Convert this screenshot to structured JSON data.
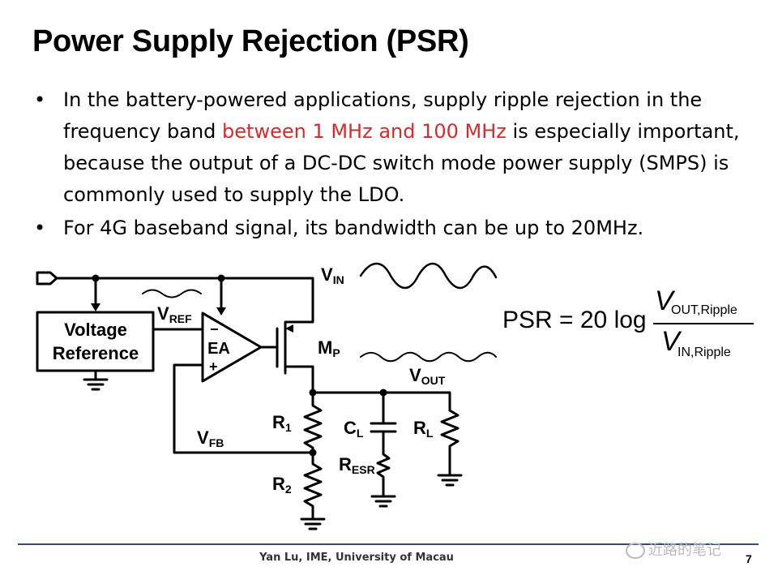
{
  "slide": {
    "title": "Power Supply Rejection (PSR)",
    "bullets": [
      {
        "before": "In the battery-powered applications, supply ripple rejection in the frequency band ",
        "highlight": "between 1 MHz and 100 MHz",
        "after": " is especially important, because the output of a DC-DC switch mode power supply (SMPS) is commonly used to supply the LDO."
      },
      {
        "text": "For 4G baseband signal, its bandwidth can be up to 20MHz."
      }
    ],
    "bullet_char": "•",
    "highlight_color": "#d62b2b"
  },
  "circuit": {
    "block_label_line1": "Voltage",
    "block_label_line2": "Reference",
    "ea_label": "EA",
    "ea_minus": "−",
    "ea_plus": "+",
    "vin": "V",
    "vin_sub": "IN",
    "vref": "V",
    "vref_sub": "REF",
    "mp": "M",
    "mp_sub": "P",
    "vout": "V",
    "vout_sub": "OUT",
    "vfb": "V",
    "vfb_sub": "FB",
    "r1": "R",
    "r1_sub": "1",
    "r2": "R",
    "r2_sub": "2",
    "cl": "C",
    "cl_sub": "L",
    "rl": "R",
    "rl_sub": "L",
    "resr": "R",
    "resr_sub": "ESR"
  },
  "equation": {
    "lhs": "PSR = 20 log",
    "num_var": "V",
    "num_sub": "OUT,Ripple",
    "den_var": "V",
    "den_sub": "IN,Ripple"
  },
  "footer": {
    "text": "Yan Lu, IME, University of Macau",
    "page": "7",
    "watermark": "近路的笔记"
  }
}
